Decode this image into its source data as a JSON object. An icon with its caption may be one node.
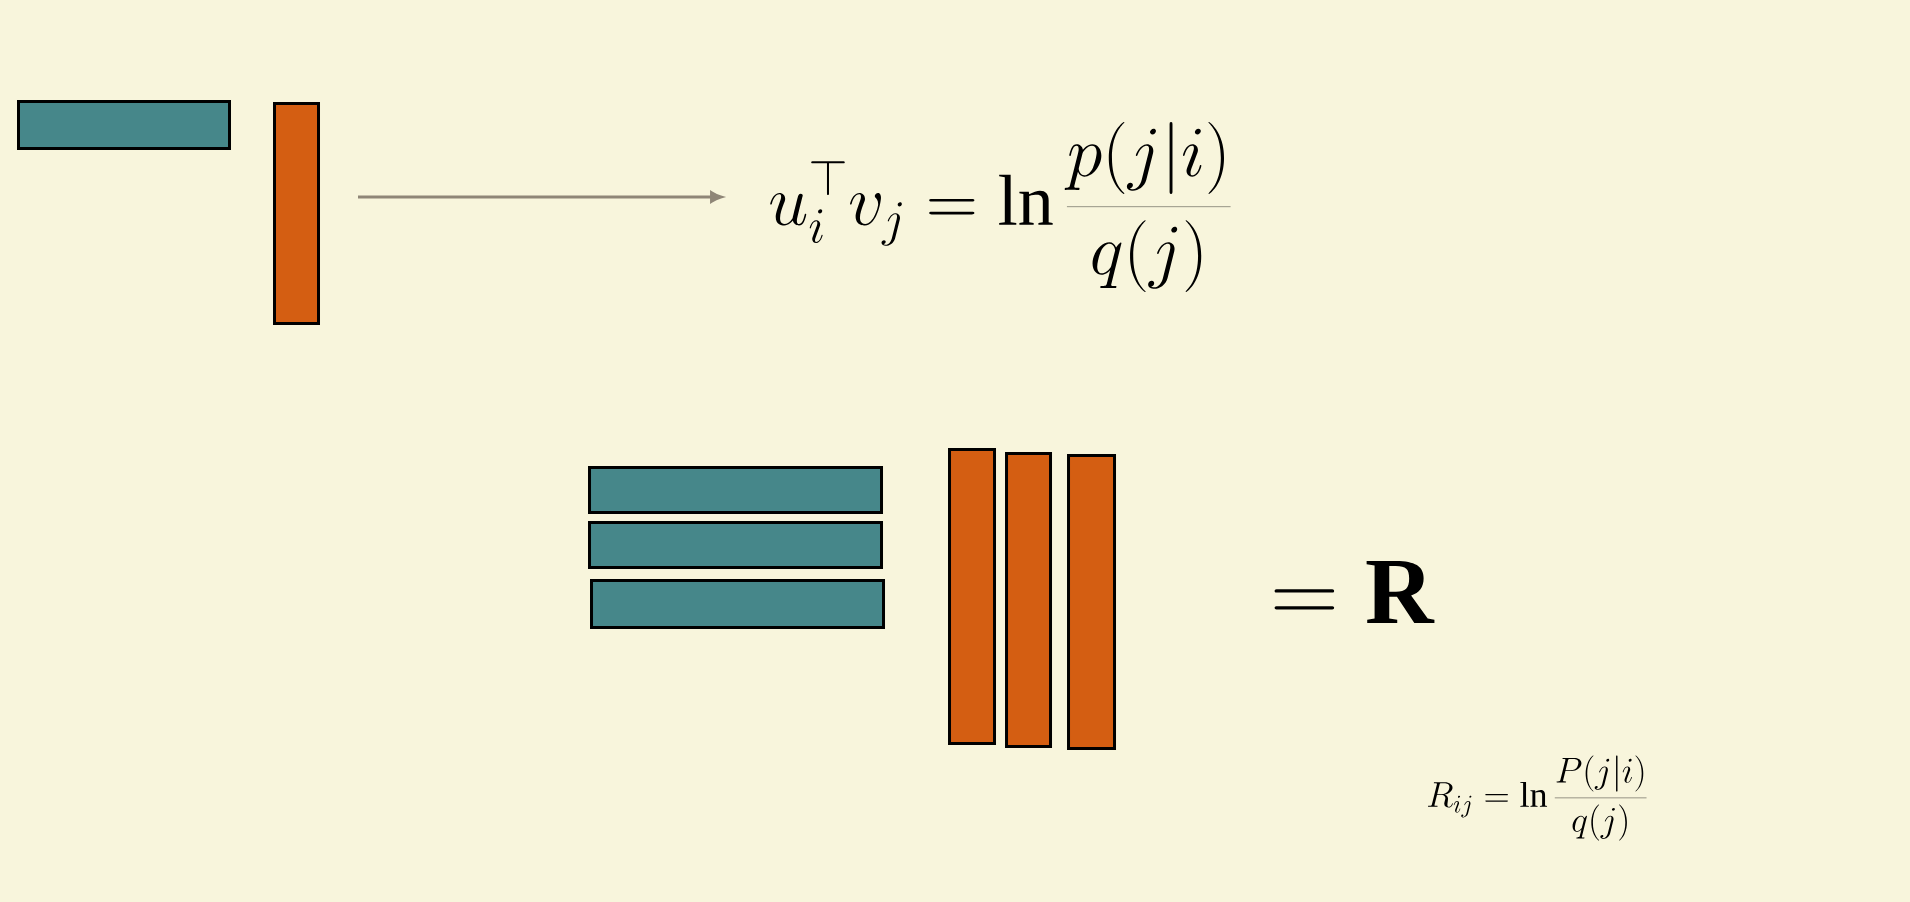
{
  "diagram": {
    "nodes": [
      {
        "text": [],
        "shape": "bar"
      },
      {
        "text": [],
        "shape": "bar"
      },
      {
        "text": [
          "u_i^\\top v_j = \\ln \\frac{p(j|i)}{q(j)}"
        ]
      },
      {
        "text": [],
        "shape": "bar"
      },
      {
        "text": [],
        "shape": "bar"
      },
      {
        "text": [],
        "shape": "bar"
      },
      {
        "text": [],
        "shape": "bar"
      },
      {
        "text": [],
        "shape": "bar"
      },
      {
        "text": [],
        "shape": "bar"
      }
    ],
    "edges": [
      {
        "from": 1,
        "to": 2,
        "arrow": "to"
      }
    ],
    "labels": [
      "= \\mathbf{R}",
      "R_{ij} = \\ln \\frac{P(j|i)}{q(j)}"
    ]
  }
}
